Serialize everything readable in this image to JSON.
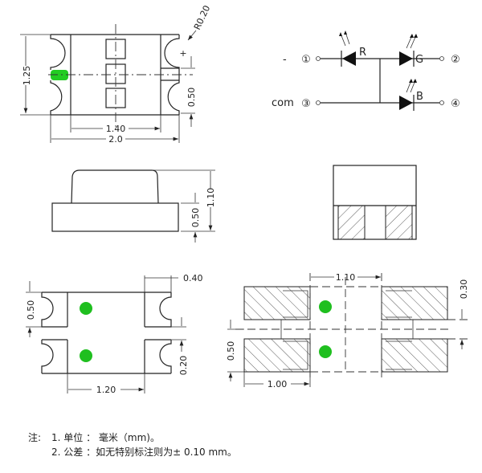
{
  "top_view": {
    "dim_height": "1.25",
    "dim_pad_pitch": "0.50",
    "dim_inner_width": "1.40",
    "dim_width": "2.0",
    "dim_radius": "R0.20",
    "polarity_mark": "+",
    "marker_color": "#22cc22"
  },
  "circuit": {
    "pin1_sign": "-",
    "pin1": "①",
    "pin2": "②",
    "pin3_label": "com",
    "pin3": "③",
    "pin4": "④",
    "led_r": "R",
    "led_g": "G",
    "led_b": "B"
  },
  "side_view": {
    "dim_total_height": "1.10",
    "dim_base_height": "0.50"
  },
  "bottom_view": {
    "dim_pad_width": "0.40",
    "dim_pad_height": "0.50",
    "dim_gap": "0.20",
    "dim_pad_spacing": "1.20",
    "dot_color": "#1fbf1f"
  },
  "footprint": {
    "dim_gap": "1.10",
    "dim_pad_gap": "0.30",
    "dim_pad_height": "0.50",
    "dim_pad_length": "1.00"
  },
  "notes": {
    "prefix": "注:",
    "line1": "1.  单位 ： 毫米（mm)。",
    "line2": "2.  公差 ：如无特别标注则为± 0.10 mm。"
  }
}
